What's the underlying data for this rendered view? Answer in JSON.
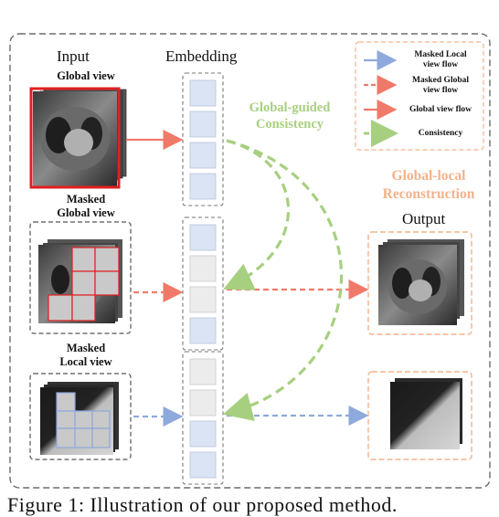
{
  "headers": {
    "input": "Input",
    "embedding": "Embedding",
    "output": "Output"
  },
  "views": {
    "global": "Global view",
    "masked_global_line1": "Masked",
    "masked_global_line2": "Global view",
    "masked_local_line1": "Masked",
    "masked_local_line2": "Local view"
  },
  "labels": {
    "consistency_line1": "Global-guided",
    "consistency_line2": "Consistency",
    "reconstruction_line1": "Global-local",
    "reconstruction_line2": "Reconstruction"
  },
  "legend": {
    "masked_local_flow_1": "Masked Local",
    "masked_local_flow_2": "view flow",
    "masked_global_flow_1": "Masked Global",
    "masked_global_flow_2": "view flow",
    "global_flow": "Global view flow",
    "consistency": "Consistency"
  },
  "caption": "Figure 1: Illustration of our proposed method.",
  "colors": {
    "global_flow": "#f07a6a",
    "masked_global_flow": "#f07a6a",
    "masked_local_flow": "#8ea9dc",
    "consistency": "#a7cf80",
    "reconstruction": "#f3b28a",
    "embedding_blue": "#dbe4f4",
    "embedding_gray": "#ececec",
    "mask_highlight": "#e02020"
  }
}
